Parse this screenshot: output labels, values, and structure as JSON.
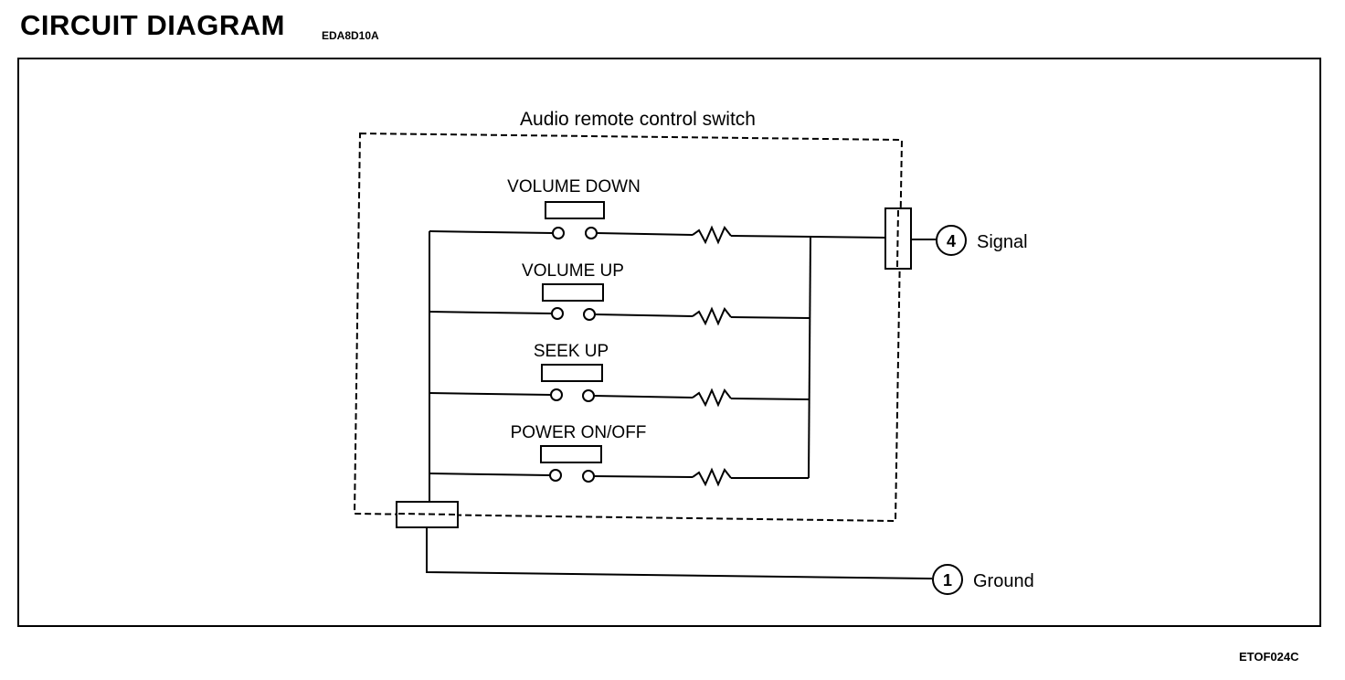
{
  "header": {
    "title": "CIRCUIT DIAGRAM",
    "code": "EDA8D10A"
  },
  "diagram": {
    "component_label": "Audio remote control switch",
    "switches": [
      {
        "label": "VOLUME DOWN"
      },
      {
        "label": "VOLUME UP"
      },
      {
        "label": "SEEK UP"
      },
      {
        "label": "POWER ON/OFF"
      }
    ],
    "terminals": [
      {
        "number": "4",
        "label": "Signal"
      },
      {
        "number": "1",
        "label": "Ground"
      }
    ]
  },
  "footer": {
    "figure_id": "ETOF024C"
  }
}
